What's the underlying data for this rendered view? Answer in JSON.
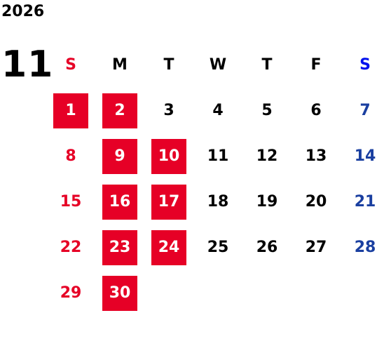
{
  "calendar": {
    "year": "2026",
    "month": "11",
    "weekdays": [
      "S",
      "M",
      "T",
      "W",
      "T",
      "F",
      "S"
    ],
    "weeks": [
      [
        "",
        "",
        "",
        "",
        "",
        "",
        ""
      ],
      [
        "1",
        "2",
        "3",
        "4",
        "5",
        "6",
        "7"
      ],
      [
        "8",
        "9",
        "10",
        "11",
        "12",
        "13",
        "14"
      ],
      [
        "15",
        "16",
        "17",
        "18",
        "19",
        "20",
        "21"
      ],
      [
        "22",
        "23",
        "24",
        "25",
        "26",
        "27",
        "28"
      ],
      [
        "29",
        "30",
        "",
        "",
        "",
        "",
        ""
      ]
    ],
    "highlighted_days": [
      "1",
      "2",
      "9",
      "10",
      "16",
      "17",
      "23",
      "24",
      "30"
    ]
  },
  "colors": {
    "highlight_bg": "#e60026",
    "sunday": "#e60026",
    "saturday": "#1a3fa0",
    "saturday_header": "#0011ee",
    "weekday": "#000000"
  }
}
